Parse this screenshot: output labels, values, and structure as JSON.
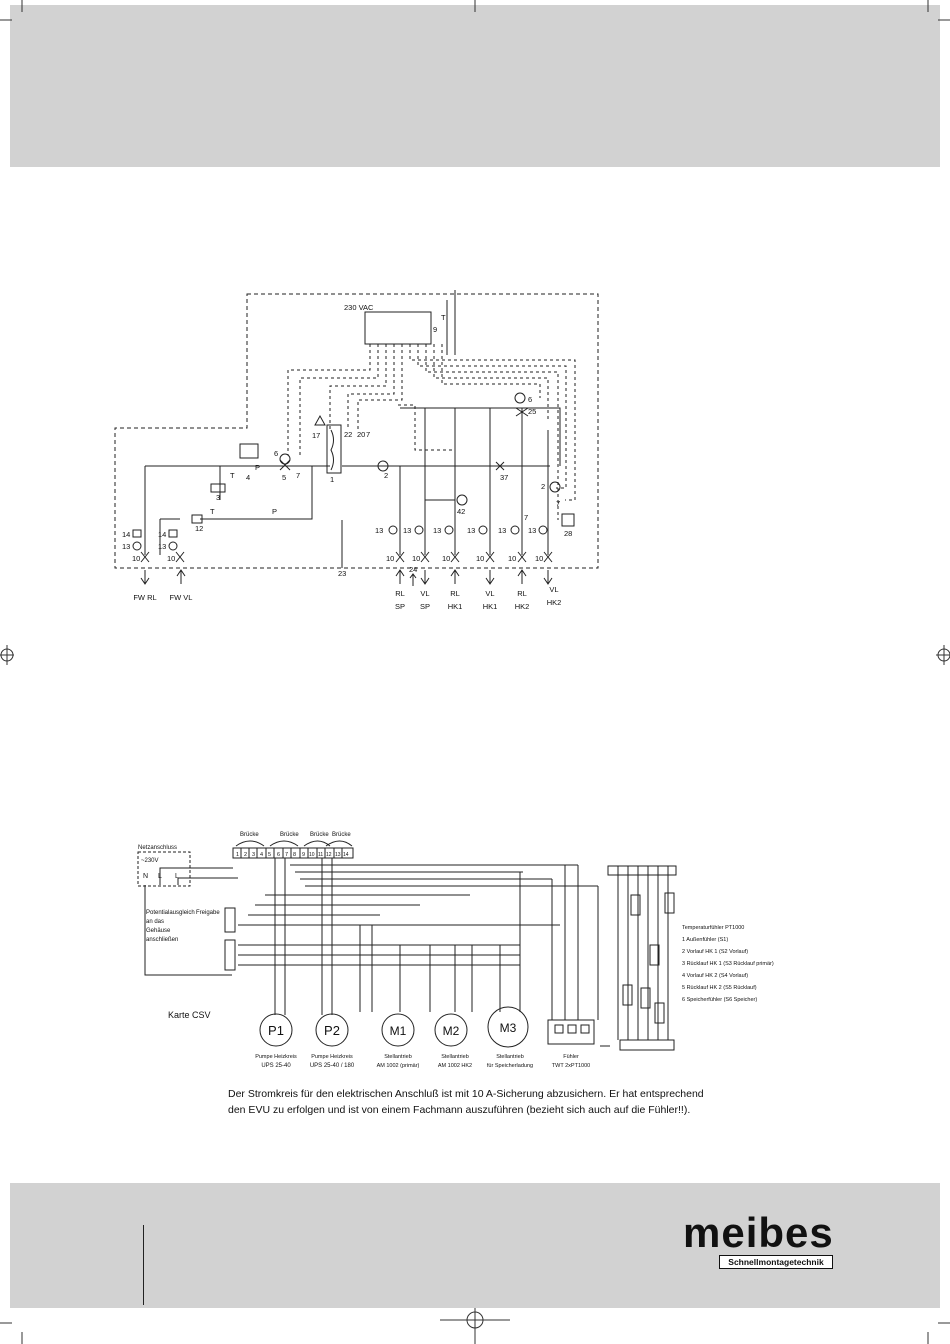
{
  "hydraulic": {
    "power_label": "230 VAC",
    "labels": {
      "n9": "9",
      "n6": "6",
      "n25": "25",
      "n17": "17",
      "n22": "22",
      "n20": "20",
      "n7": "7",
      "n1": "1",
      "n2": "2",
      "n37": "37",
      "n42": "42",
      "n28": "28",
      "n3": "3",
      "n4": "4",
      "n5": "5",
      "n12": "12",
      "n23": "23",
      "n24": "24",
      "n14": "14",
      "n13": "13",
      "n10": "10",
      "t_top": "T",
      "tp": "T",
      "tv": "T",
      "pp": "P",
      "pv": "P"
    },
    "bottom_labels": [
      {
        "top": "",
        "bottom": "FW RL"
      },
      {
        "top": "",
        "bottom": "FW VL"
      },
      {
        "top": "RL",
        "bottom": "SP"
      },
      {
        "top": "VL",
        "bottom": "SP"
      },
      {
        "top": "RL",
        "bottom": "HK1"
      },
      {
        "top": "VL",
        "bottom": "HK1"
      },
      {
        "top": "RL",
        "bottom": "HK2"
      },
      {
        "top": "VL",
        "bottom": "HK2"
      }
    ]
  },
  "wiring": {
    "terminal_group_labels": [
      "Brücke",
      "Brücke",
      "Brücke",
      "Brücke"
    ],
    "terminal_numbers": [
      "1",
      "2",
      "3",
      "4",
      "5",
      "6",
      "7",
      "8",
      "9",
      "10",
      "11",
      "12",
      "13",
      "14"
    ],
    "mains_title": "Netzanschluss",
    "mains_voltage": "~230V",
    "mains_terminals": [
      "N",
      "L",
      "L"
    ],
    "left_notes": [
      "Potentialausgleich",
      "an das",
      "Gehäuse",
      "anschließen"
    ],
    "enable_label": "Freigabe",
    "card_label": "Karte CSV",
    "components": [
      {
        "symbol": "P1",
        "caption": "Pumpe Heizkreis",
        "model": "UPS 25-40"
      },
      {
        "symbol": "P2",
        "caption": "Pumpe Heizkreis",
        "model": "UPS 25-40 / 180"
      },
      {
        "symbol": "M1",
        "caption": "Stellantrieb",
        "model": "AM 1002 (primär)"
      },
      {
        "symbol": "M2",
        "caption": "Stellantrieb",
        "model": "AM 1002 HK2"
      },
      {
        "symbol": "M3",
        "caption": "Stellantrieb",
        "model": "für Speicherladung"
      },
      {
        "symbol": "",
        "caption": "Fühler",
        "model": "TWT 2xPT1000"
      }
    ],
    "sensor_legend": {
      "title": "Temperaturfühler PT1000",
      "items": [
        "1  Außenfühler (S1)",
        "2  Vorlauf HK 1 (S2 Vorlauf)",
        "3  Rücklauf HK 1 (S3 Rücklauf primär)",
        "4  Vorlauf HK 2 (S4 Vorlauf)",
        "5  Rücklauf HK 2 (S5 Rücklauf)",
        "6  Speicherfühler (S6 Speicher)"
      ]
    }
  },
  "notice": [
    "Der Stromkreis für den elektrischen Anschluß ist mit 10 A-Sicherung abzusichern. Er hat entsprechend",
    "den EVU zu erfolgen und ist von einem Fachmann auszuführen (bezieht sich auch auf die Fühler!!)."
  ],
  "logo": {
    "word": "meibes",
    "tagline": "Schnellmontagetechnik"
  }
}
